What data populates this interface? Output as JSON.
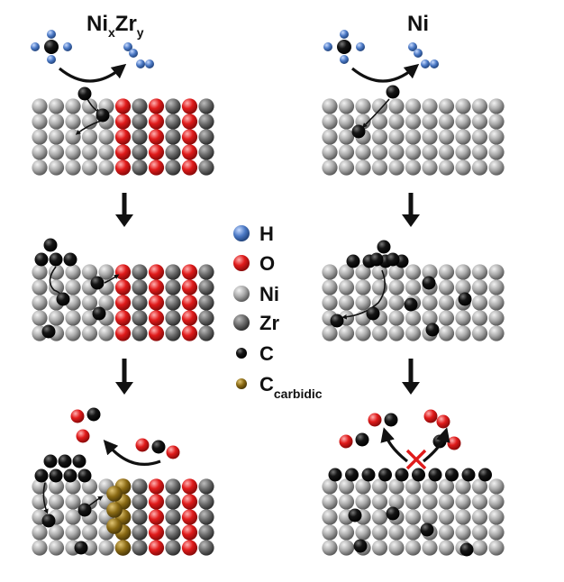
{
  "titles": {
    "left": {
      "base": "Ni",
      "sub1": "x",
      "mid": "Zr",
      "sub2": "y"
    },
    "right": {
      "base": "Ni"
    }
  },
  "legend": [
    {
      "key": "H",
      "label": "H",
      "sub": ""
    },
    {
      "key": "O",
      "label": "O",
      "sub": ""
    },
    {
      "key": "Ni",
      "label": "Ni",
      "sub": ""
    },
    {
      "key": "Zr",
      "label": "Zr",
      "sub": ""
    },
    {
      "key": "C",
      "label": "C",
      "sub": ""
    },
    {
      "key": "Ccarb",
      "label": "C",
      "sub": "carbidic"
    }
  ],
  "colors": {
    "H": "#4a78c4",
    "O": "#e01b1b",
    "Ni": "#a9a9a9",
    "Zr": "#6a6a6a",
    "C": "#111111",
    "Ccarb": "#8a6a14",
    "arrow": "#111111",
    "cross": "#e01b1b"
  }
}
